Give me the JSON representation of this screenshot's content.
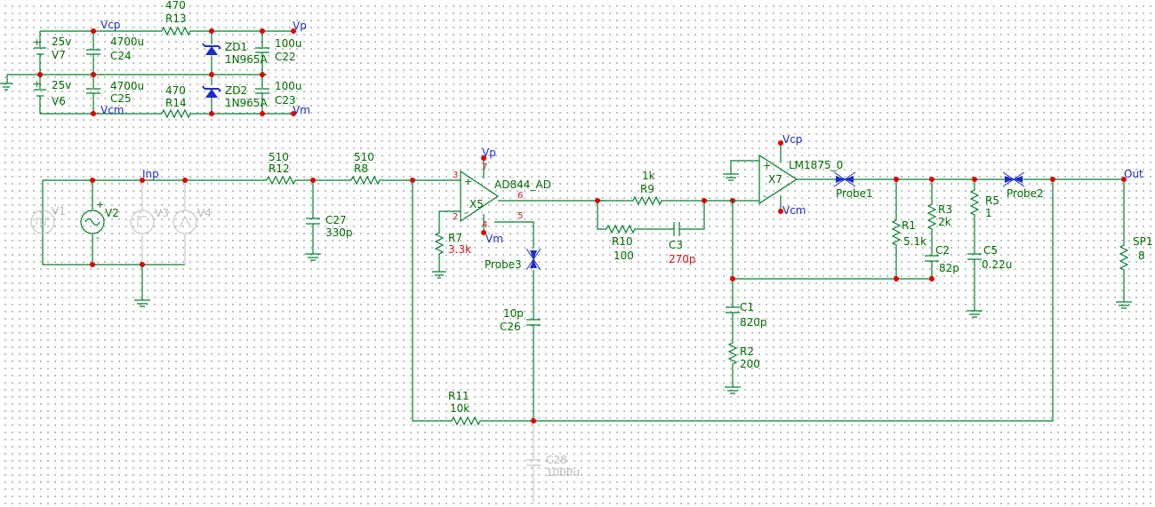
{
  "nets": {
    "vcp_top": "Vcp",
    "vp_top": "Vp",
    "vcm_top": "Vcm",
    "vm_top": "Vm",
    "inp": "Inp",
    "vp_opa": "Vp",
    "vm_opa": "Vm",
    "vcp_pa": "Vcp",
    "vcm_pa": "Vcm",
    "out": "Out"
  },
  "components": {
    "R13": {
      "name": "R13",
      "value": "470"
    },
    "R14": {
      "name": "R14",
      "value": "470"
    },
    "V7": {
      "name": "V7",
      "value": "25v"
    },
    "V6": {
      "name": "V6",
      "value": "25v"
    },
    "C24": {
      "name": "C24",
      "value": "4700u"
    },
    "C25": {
      "name": "C25",
      "value": "4700u"
    },
    "ZD1": {
      "name": "ZD1",
      "value": "1N965A"
    },
    "ZD2": {
      "name": "ZD2",
      "value": "1N965A"
    },
    "C22": {
      "name": "C22",
      "value": "100u"
    },
    "C23": {
      "name": "C23",
      "value": "100u"
    },
    "V1": {
      "name": "V1"
    },
    "V2": {
      "name": "V2"
    },
    "V3": {
      "name": "V3"
    },
    "V4": {
      "name": "V4"
    },
    "R12": {
      "name": "R12",
      "value": "510"
    },
    "R8": {
      "name": "R8",
      "value": "510"
    },
    "C27": {
      "name": "C27",
      "value": "330p"
    },
    "X5": {
      "name": "X5",
      "model": "AD844_AD"
    },
    "R7": {
      "name": "R7",
      "value": "3.3k"
    },
    "Probe3": {
      "name": "Probe3"
    },
    "C26": {
      "name": "C26",
      "value": "10p"
    },
    "C28": {
      "name": "C28",
      "value": "1000u"
    },
    "R11": {
      "name": "R11",
      "value": "10k"
    },
    "R9": {
      "name": "R9",
      "value": "1k"
    },
    "R10": {
      "name": "R10",
      "value": "100"
    },
    "C3": {
      "name": "C3",
      "value": "270p"
    },
    "X7": {
      "name": "X7",
      "model": "LM1875_0"
    },
    "Probe1": {
      "name": "Probe1"
    },
    "Probe2": {
      "name": "Probe2"
    },
    "R1": {
      "name": "R1",
      "value": "5.1k"
    },
    "R3": {
      "name": "R3",
      "value": "2k"
    },
    "C2": {
      "name": "C2",
      "value": "82p"
    },
    "R5": {
      "name": "R5",
      "value": "1"
    },
    "C5": {
      "name": "C5",
      "value": "0.22u"
    },
    "C1": {
      "name": "C1",
      "value": "820p"
    },
    "R2": {
      "name": "R2",
      "value": "200"
    },
    "SP1": {
      "name": "SP1",
      "value": "8"
    }
  },
  "pins": {
    "x5_p3": "3",
    "x5_p2": "2",
    "x5_p7": "7",
    "x5_p4": "4",
    "x5_p6": "6",
    "x5_p5": "5"
  },
  "colors": {
    "wire": "#00802a",
    "label": "#006c00",
    "node": "#e00000",
    "net": "#1a2cc8",
    "value_alt": "#d01818",
    "disabled": "#c7c7c7"
  }
}
